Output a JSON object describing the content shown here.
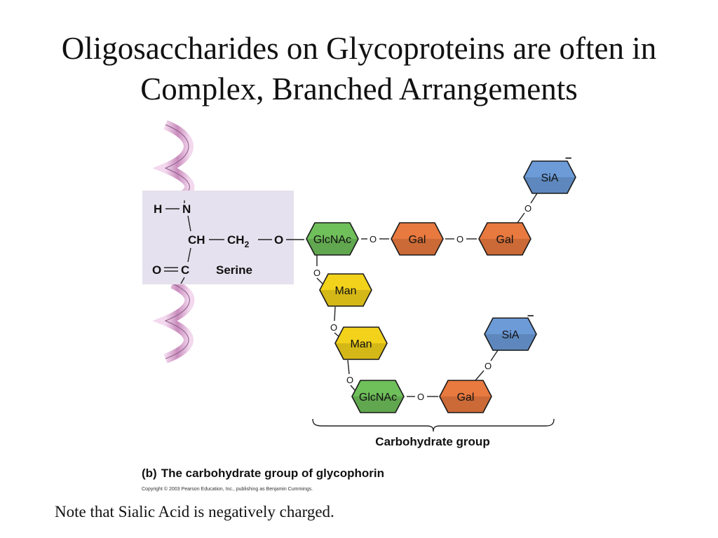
{
  "title": {
    "line1": "Oligosaccharides on Glycoproteins are often in",
    "line2": "Complex, Branched Arrangements"
  },
  "serine": {
    "h": "H",
    "n": "N",
    "ch": "CH",
    "ch2": "CH",
    "ch2_sub": "2",
    "o_link": "O",
    "o_carbonyl": "O",
    "c": "C",
    "label": "Serine"
  },
  "sugars": {
    "glcnac_top": "GlcNAc",
    "gal_1": "Gal",
    "gal_2": "Gal",
    "sia_top": "SiA",
    "man_1": "Man",
    "man_2": "Man",
    "glcnac_bottom": "GlcNAc",
    "gal_bottom": "Gal",
    "sia_bottom": "SiA"
  },
  "link_label": "O",
  "charge_label": "–",
  "group_label": "Carbohydrate group",
  "caption": {
    "part": "(b)",
    "text": "The carbohydrate group of glycophorin"
  },
  "copyright": "Copyright © 2003 Pearson Education, Inc., publishing as Benjamin Cummings.",
  "note": "Note that Sialic Acid is negatively charged.",
  "colors": {
    "glcnac": "#6fbf5a",
    "gal": "#e8793f",
    "sia": "#6c9bd8",
    "man": "#f2d21b",
    "serine_box": "#e6e1ee",
    "helix": "#d9a3cf"
  }
}
